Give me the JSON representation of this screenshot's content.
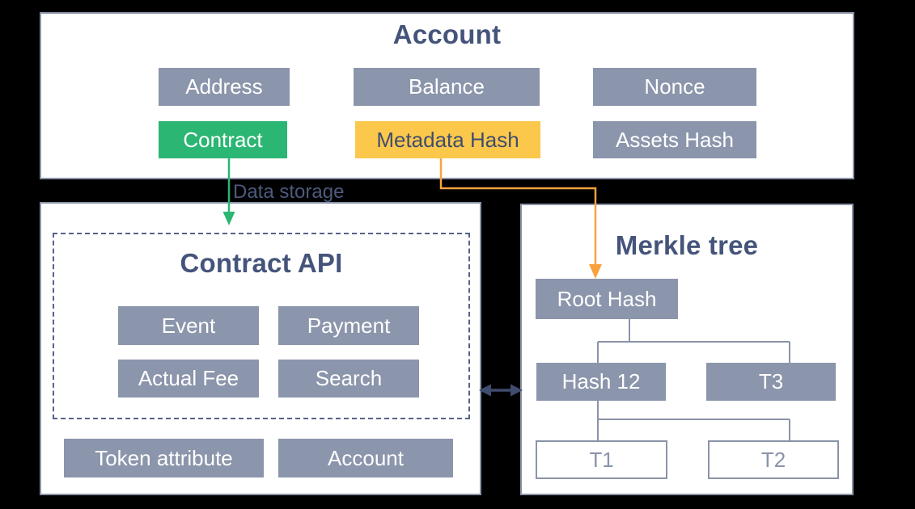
{
  "colors": {
    "background": "#000000",
    "panel_fill": "#ffffff",
    "panel_border": "#8a93a8",
    "box_gray": "#8b95ab",
    "box_green": "#2bb673",
    "box_yellow": "#fbc84c",
    "yellow_box_text": "#3f4d6e",
    "outline_box_text": "#8a94ab",
    "title_navy": "#45547a",
    "arrow_green": "#2bb673",
    "arrow_orange": "#f9a23d",
    "arrow_dark": "#3f4c6d",
    "dashed_border": "#55628a"
  },
  "account": {
    "title": "Account",
    "row1": [
      "Address",
      "Balance",
      "Nonce"
    ],
    "row2": [
      "Contract",
      "Metadata Hash",
      "Assets Hash"
    ]
  },
  "labels": {
    "data_storage": "Data storage"
  },
  "contract_api": {
    "title": "Contract API",
    "grid": [
      "Event",
      "Payment",
      "Actual Fee",
      "Search"
    ],
    "bottom": [
      "Token attribute",
      "Account"
    ]
  },
  "merkle": {
    "title": "Merkle tree",
    "root": "Root Hash",
    "level2": [
      "Hash 12",
      "T3"
    ],
    "leaves": [
      "T1",
      "T2"
    ]
  }
}
